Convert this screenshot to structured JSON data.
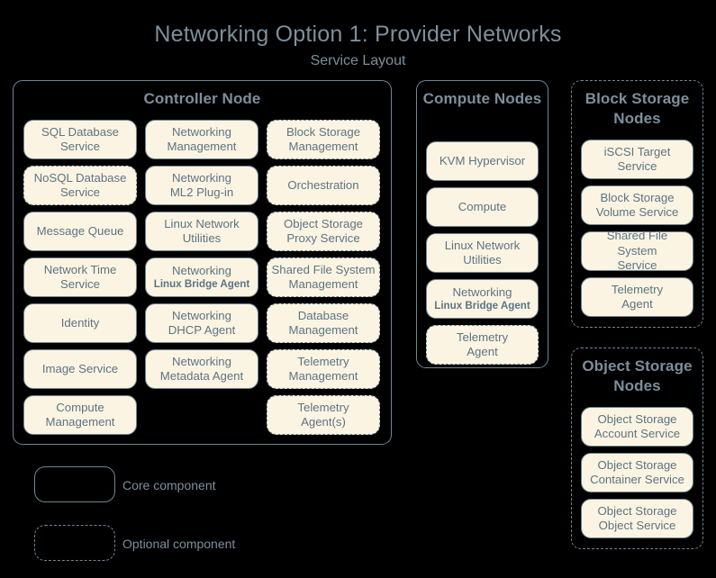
{
  "header": {
    "title": "Networking Option 1: Provider Networks",
    "subtitle": "Service Layout"
  },
  "colors": {
    "background": "#000000",
    "box_fill": "#fbf4e2",
    "border": "#6f8793",
    "heading_text": "#7d8f9c",
    "box_text": "#5d7484"
  },
  "legend": {
    "items": [
      {
        "label": "Core component",
        "style": "solid"
      },
      {
        "label": "Optional component",
        "style": "dashed"
      }
    ]
  },
  "nodes": [
    {
      "id": "controller-node",
      "title": "Controller Node",
      "style": "solid",
      "columns": [
        [
          {
            "line1": "SQL Database",
            "line2": "Service",
            "style": "solid"
          },
          {
            "line1": "NoSQL Database",
            "line2": "Service",
            "style": "dashed"
          },
          {
            "line1": "Message Queue",
            "line2": "",
            "style": "solid"
          },
          {
            "line1": "Network Time",
            "line2": "Service",
            "style": "solid"
          },
          {
            "line1": "Identity",
            "line2": "",
            "style": "solid"
          },
          {
            "line1": "Image Service",
            "line2": "",
            "style": "solid"
          },
          {
            "line1": "Compute",
            "line2": "Management",
            "style": "solid"
          }
        ],
        [
          {
            "line1": "Networking",
            "line2": "Management",
            "style": "solid"
          },
          {
            "line1": "Networking",
            "line2": "ML2 Plug-in",
            "style": "solid"
          },
          {
            "line1": "Linux Network",
            "line2": "Utilities",
            "style": "solid"
          },
          {
            "line1": "Networking",
            "line2": "Linux Bridge Agent",
            "style": "solid",
            "small_second_line": true
          },
          {
            "line1": "Networking",
            "line2": "DHCP Agent",
            "style": "solid"
          },
          {
            "line1": "Networking",
            "line2": "Metadata Agent",
            "style": "solid"
          }
        ],
        [
          {
            "line1": "Block Storage",
            "line2": "Management",
            "style": "dashed"
          },
          {
            "line1": "Orchestration",
            "line2": "",
            "style": "dashed"
          },
          {
            "line1": "Object Storage",
            "line2": "Proxy Service",
            "style": "dashed"
          },
          {
            "line1": "Shared File System",
            "line2": "Management",
            "style": "dashed"
          },
          {
            "line1": "Database",
            "line2": "Management",
            "style": "dashed"
          },
          {
            "line1": "Telemetry",
            "line2": "Management",
            "style": "dashed"
          },
          {
            "line1": "Telemetry",
            "line2": "Agent(s)",
            "style": "dashed"
          }
        ]
      ]
    },
    {
      "id": "compute-nodes",
      "title": "Compute Nodes",
      "style": "solid",
      "items": [
        {
          "line1": "KVM Hypervisor",
          "line2": "",
          "style": "solid"
        },
        {
          "line1": "Compute",
          "line2": "",
          "style": "solid"
        },
        {
          "line1": "Linux Network",
          "line2": "Utilities",
          "style": "solid"
        },
        {
          "line1": "Networking",
          "line2": "Linux Bridge Agent",
          "style": "solid",
          "small_second_line": true
        },
        {
          "line1": "Telemetry",
          "line2": "Agent",
          "style": "dashed"
        }
      ]
    },
    {
      "id": "block-storage-nodes",
      "title": "Block Storage Nodes",
      "style": "dashed",
      "items": [
        {
          "line1": "iSCSI Target",
          "line2": "Service",
          "style": "solid"
        },
        {
          "line1": "Block Storage",
          "line2": "Volume Service",
          "style": "solid"
        },
        {
          "line1": "Shared File System",
          "line2": "Service",
          "style": "solid"
        },
        {
          "line1": "Telemetry",
          "line2": "Agent",
          "style": "solid"
        }
      ]
    },
    {
      "id": "object-storage-nodes",
      "title": "Object Storage Nodes",
      "style": "dashed",
      "items": [
        {
          "line1": "Object Storage",
          "line2": "Account Service",
          "style": "solid"
        },
        {
          "line1": "Object Storage",
          "line2": "Container Service",
          "style": "solid"
        },
        {
          "line1": "Object Storage",
          "line2": "Object Service",
          "style": "solid"
        }
      ]
    }
  ]
}
